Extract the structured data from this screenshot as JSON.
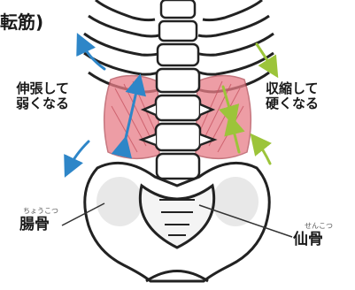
{
  "header_fragment": "転筋)",
  "left_label": "伸張して\n弱くなる",
  "right_label": "収縮して\n硬くなる",
  "ilium": {
    "reading": "ちょうこつ",
    "label": "腸骨"
  },
  "sacrum": {
    "reading": "せんこつ",
    "label": "仙骨"
  },
  "colors": {
    "stretch_arrow": "#2e86c8",
    "contract_arrow": "#9cc43a",
    "muscle": "#e87d87",
    "bone_fill": "#ffffff",
    "bone_shadow": "#dcdcdc",
    "outline": "#222222"
  },
  "icons": [
    "ribcage",
    "spine",
    "pelvis",
    "muscle",
    "arrow"
  ]
}
